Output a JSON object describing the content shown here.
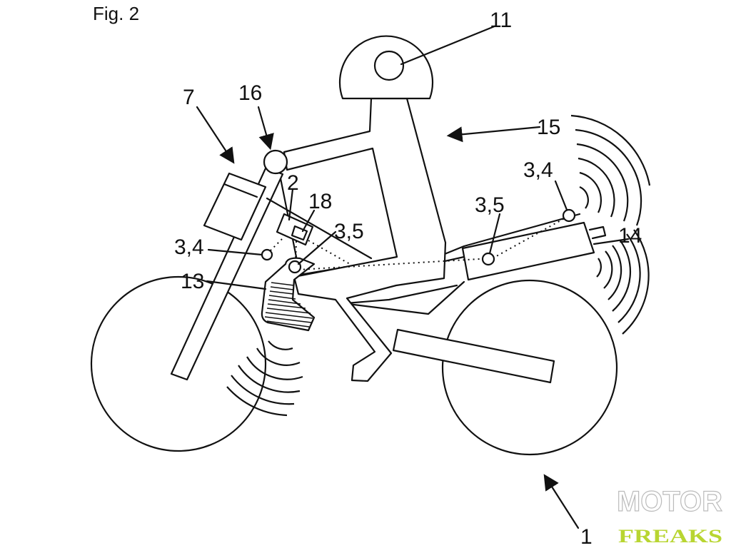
{
  "figure": {
    "title": "Fig. 2"
  },
  "labels": {
    "vehicle": "1",
    "control_unit": "2",
    "sensor_front_left": "3,4",
    "sensor_front_mid": "3,5",
    "sensor_rear_mid": "3,5",
    "sensor_rear_right": "3,4",
    "headlight": "7",
    "helmet": "11",
    "engine": "13",
    "tail": "14",
    "rider": "15",
    "handlebar": "16",
    "module": "18"
  },
  "watermark": {
    "line1": "MOTOR",
    "line2": "FREAKS",
    "accent": "#b8d531"
  }
}
